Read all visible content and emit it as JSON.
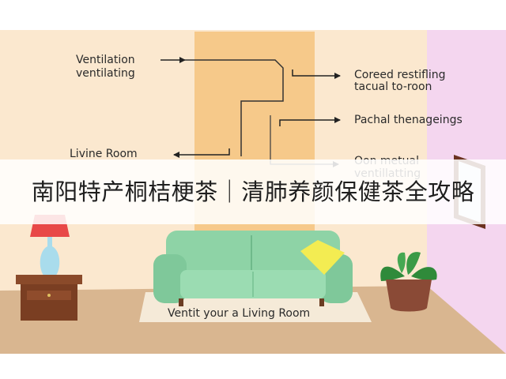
{
  "illustration": {
    "labels": {
      "ventilation_line1": "Ventilation",
      "ventilation_line2": "ventilating",
      "livine_room": "Livine Room",
      "coreed_line1": "Coreed restifling",
      "coreed_line2": "tacual to-roon",
      "pachal": "Pachal thenageings",
      "oon_line1": "Oon metual",
      "oon_line2": "ventillatting"
    },
    "rug_caption": "Ventit your a Living Room",
    "colors": {
      "wall": "#fbe8cf",
      "pink_wall": "#f4d6ef",
      "column": "#f6c98a",
      "floor": "#d9b690",
      "sofa": "#8ed3a6",
      "pillow": "#f3ec52",
      "lamp_shade": "#e84848",
      "lamp_base": "#a9dcec",
      "side_table": "#7a3e22"
    }
  },
  "banner": {
    "title": "南阳特产桐桔梗茶｜清肺养颜保健茶全攻略"
  }
}
